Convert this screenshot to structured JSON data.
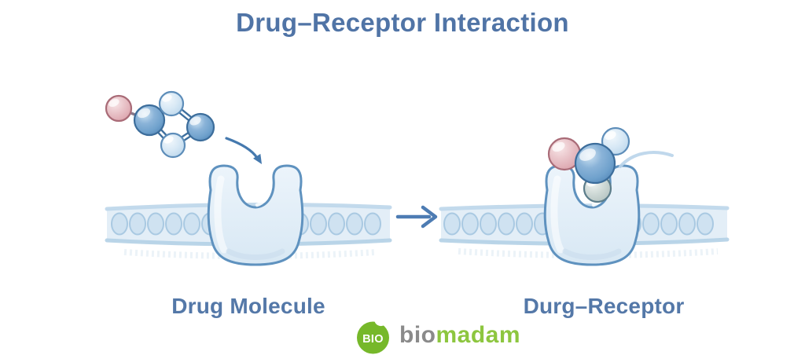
{
  "title": "Drug–Receptor Interaction",
  "left_panel": {
    "label": "Drug Molecule"
  },
  "right_panel": {
    "label": "Durg–Receptor"
  },
  "logo": {
    "badge_text": "BIO",
    "brand_gray": "bio",
    "brand_green": "madam"
  },
  "icons": {
    "reaction_arrow": "right-arrow →",
    "binding_arrow": "curved-down-right-arrow",
    "motion_line": "swoosh"
  },
  "colors": {
    "title_text": "#5074a6",
    "label_text": "#5478a8",
    "arrow_blue": "#4d7cb3",
    "sphere_blue": "#6fa1cc",
    "sphere_light_blue": "#d7e8f5",
    "sphere_pink": "#eac6cb",
    "sphere_gray": "#ccd7d4",
    "receptor_fill": "#e2eef8",
    "receptor_stroke": "#5f92bf",
    "membrane_fill": "#e3eef7",
    "membrane_oval": "#cfe2f1",
    "logo_circle_green": "#76b82a",
    "logo_text_green": "#8dc63f",
    "logo_text_gray": "#8a8a8a"
  }
}
